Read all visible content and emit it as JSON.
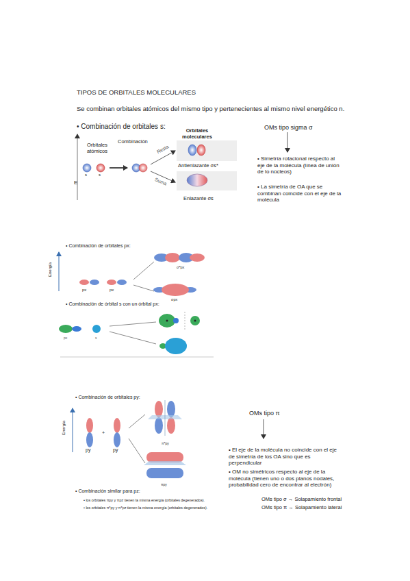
{
  "diagram": {
    "title": "TIPOS DE ORBITALES MOLECULARES",
    "labels": [
      "Se combinan orbitales atómicos del mismo tipo y pertenecientes al mismo nivel energético n.",
      "• Combinación de orbitales s:",
      "Orbitales atómicos",
      "Combinación",
      "Orbitales moleculares",
      "E",
      "s",
      "s",
      "Resta",
      "Suma",
      "Antienlazante σs*",
      "Enlazante σs",
      "OMs tipo sigma σ",
      "• Simetría rotacional respecto al eje de la molécula (línea de unión de lo núcleos)",
      "• La simetría de OA que se combinan coincide con el eje de la molécula",
      "• Combinación de orbitales px:",
      "Energía",
      "px",
      "px",
      "σ*px",
      "σpx",
      "• Combinación de órbital s con un órbital px:",
      "px",
      "s",
      "• Combinación de orbitales py:",
      "Energía",
      "py",
      "py",
      "π*py",
      "πpy",
      "• Combinación similar para pz:",
      "• los orbitales πpy y πpz tienen la misma energía (orbitales degenerados).",
      "• los orbitales π*py y π*pz tienen la misma energía (orbitales degenerados).",
      "OMs tipo π",
      "• El eje de la molécula no coincide con el eje de simetría de los OA sino que es perpendicular",
      "• OM no simétricos respecto al eje de la molécula (tienen uno o dos planos nodales, probabilidad cero de encontrar al electrón)",
      "OMs tipo σ → Solapamiento frontal",
      "OMs tipo π → Solapamiento lateral"
    ]
  }
}
